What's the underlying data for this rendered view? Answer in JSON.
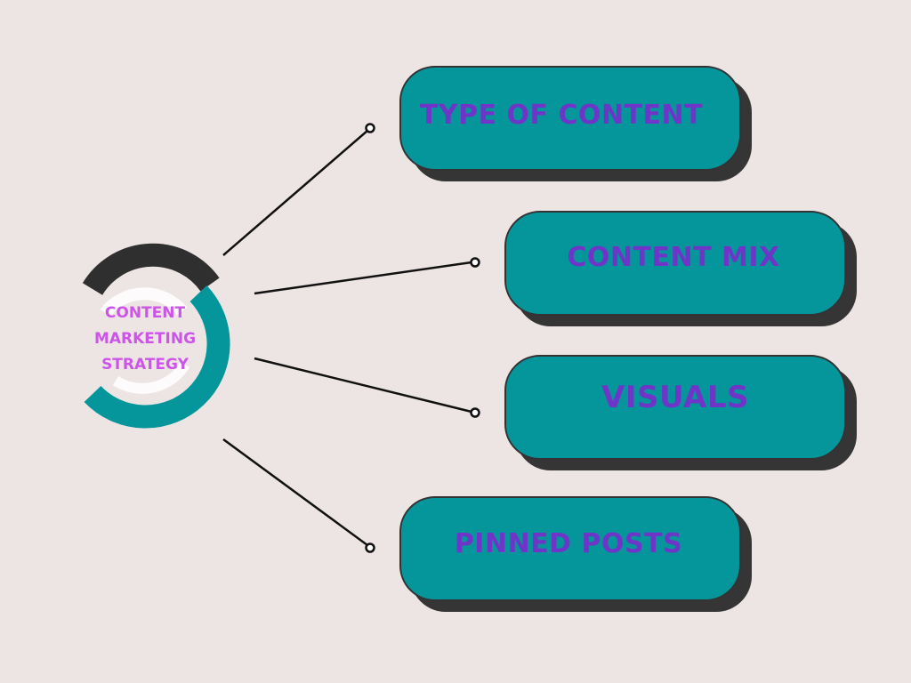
{
  "center": {
    "label_lines": [
      "CONTENT",
      "MARKETING",
      "STRATEGY"
    ]
  },
  "boxes": [
    {
      "label": "TYPE OF CONTENT"
    },
    {
      "label": "CONTENT MIX"
    },
    {
      "label": "VISUALS"
    },
    {
      "label": "PINNED POSTS"
    }
  ],
  "colors": {
    "background": "#ede5e3",
    "box_fill": "#05969b",
    "box_shadow": "#353535",
    "box_text": "#6e35c8",
    "center_text": "#cc55e8",
    "ring_dark": "#2f2f2f",
    "ring_teal": "#05969b",
    "connector": "#111111"
  }
}
